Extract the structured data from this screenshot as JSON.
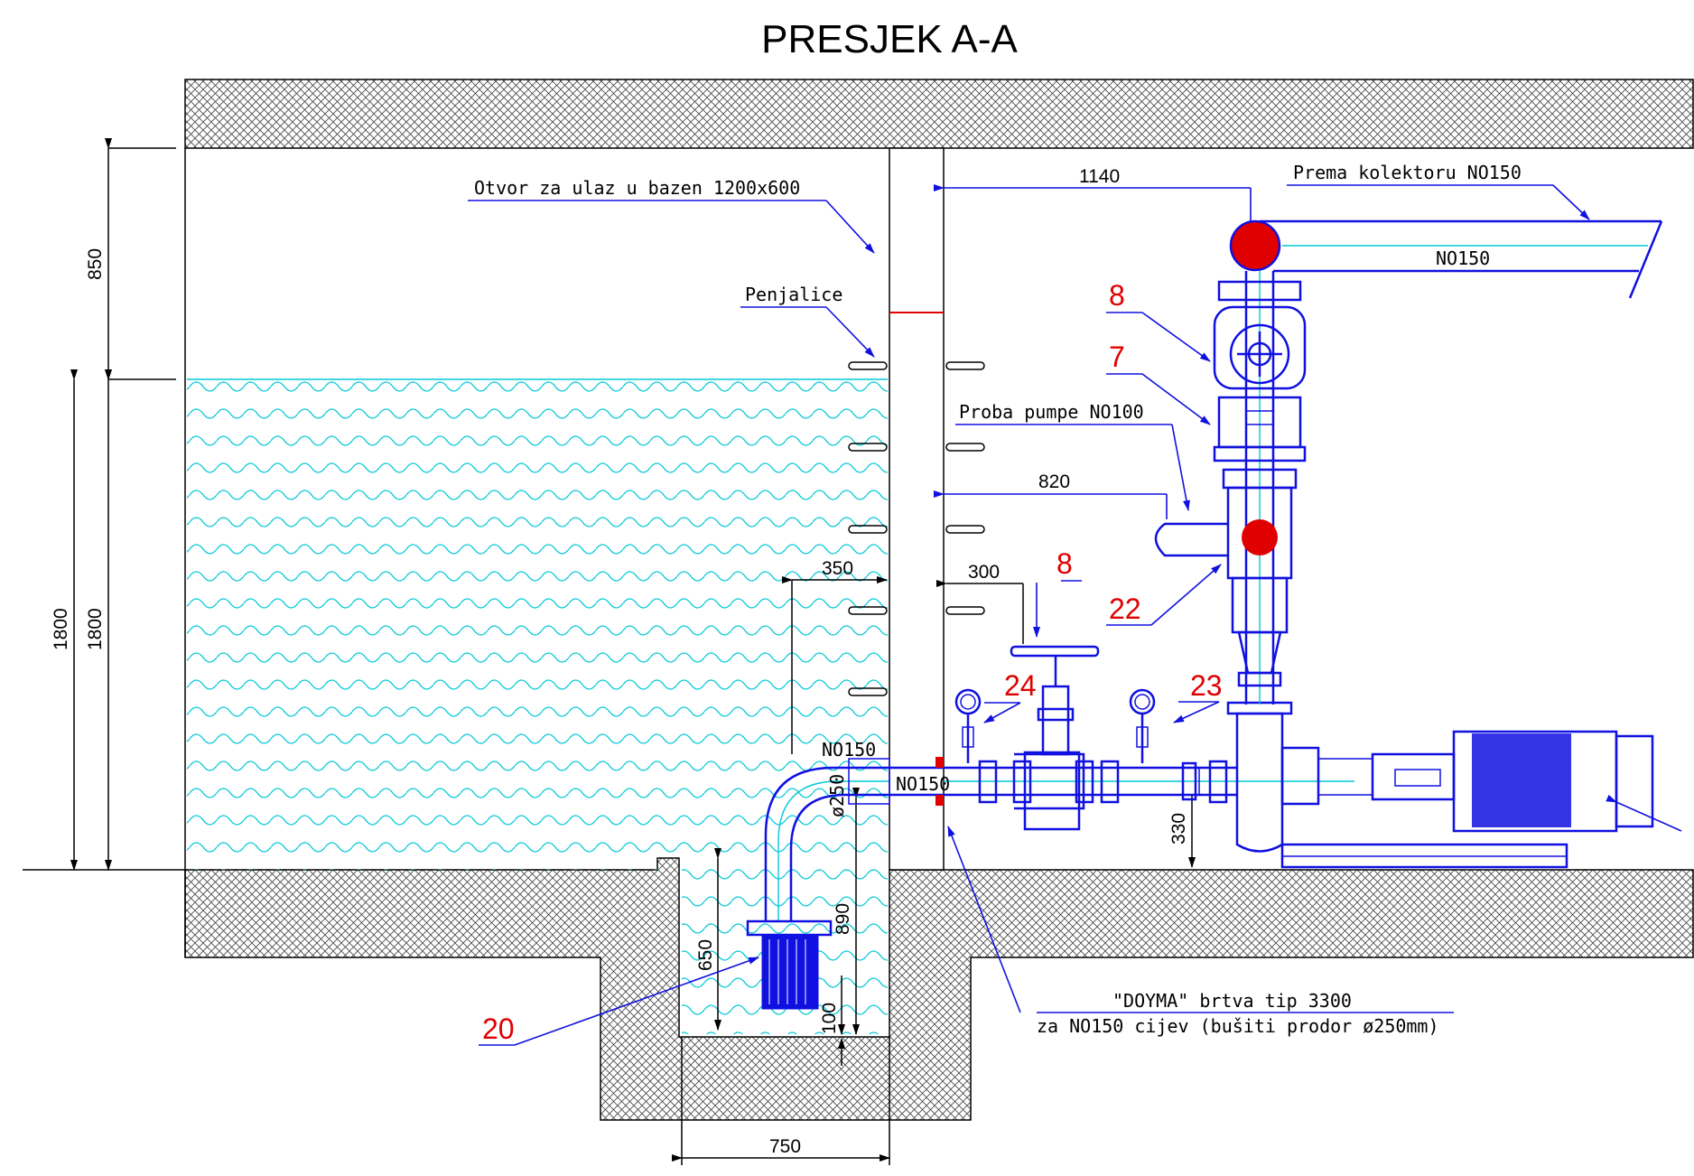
{
  "title": "PRESJEK A-A",
  "labels": {
    "otvor": "Otvor za ulaz u bazen 1200x600",
    "penjalice": "Penjalice",
    "prema": "Prema kolektoru NO150",
    "proba": "Proba pumpe NO100",
    "pipe_top": "NO150",
    "pipe_wall_top": "NO150",
    "pipe_wall": "NO150",
    "dia250": "ø250",
    "brtva1": "\"DOYMA\" brtva tip 3300",
    "brtva2": "za NO150 cijev (bušiti prodor ø250mm)"
  },
  "dimensions": {
    "d850": "850",
    "d1800a": "1800",
    "d1800b": "1800",
    "d1140": "1140",
    "d820": "820",
    "d350": "350",
    "d300": "300",
    "d330": "330",
    "d890": "890",
    "d650": "650",
    "d100": "100",
    "d750": "750"
  },
  "item_numbers": {
    "n8a": "8",
    "n7": "7",
    "n22": "22",
    "n8b": "8",
    "n24": "24",
    "n23": "23",
    "n20": "20"
  },
  "colors": {
    "pipe": "#1010e0",
    "water": "#00c8d8",
    "marker": "#e00000",
    "hatch": "#000000"
  }
}
